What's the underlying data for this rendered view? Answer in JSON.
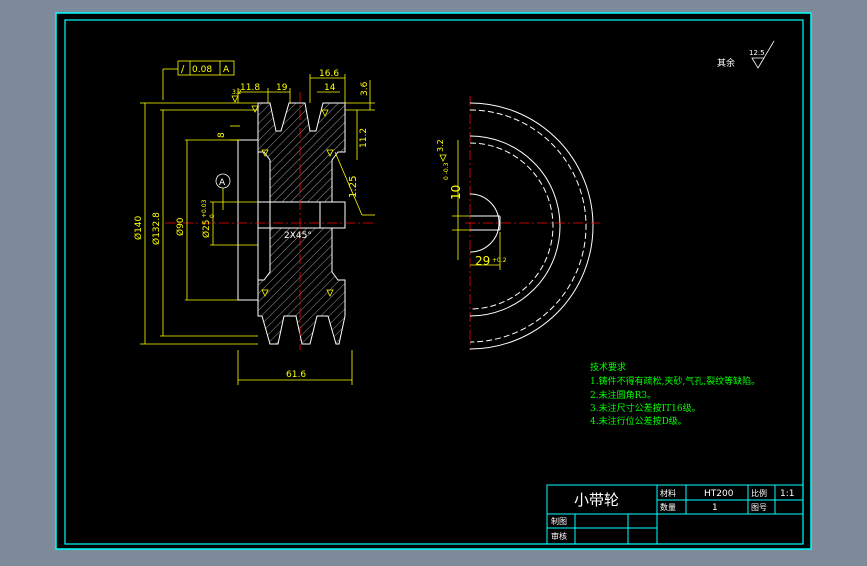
{
  "colors": {
    "background": "#7d8a99",
    "paper": "#000000",
    "border": "#00ffff",
    "dimension": "#ffff00",
    "outline": "#ffffff",
    "center": "#ff0000",
    "hatch": "#ffffff",
    "notes": "#00ff00",
    "title_text": "#ffffff"
  },
  "tolerance_frame": {
    "symbol": "/",
    "value": "0.08",
    "datum": "A"
  },
  "front_view": {
    "dims": {
      "d140": "Ø140",
      "d132": "Ø132.8",
      "d90": "Ø90",
      "bore": "Ø25",
      "bore_tol": "+0.03",
      "bore_tol_low": "0",
      "width": "61.6",
      "top_11_8": "11.8",
      "top_19": "19",
      "top_16_6": "16.6",
      "top_14": "14",
      "right_3_6": "3.6",
      "right_11_2": "11.2",
      "left_8": "8",
      "chamfer": "2X45°",
      "taper": "1:25",
      "datum": "A"
    },
    "roughness": "3.2"
  },
  "side_view": {
    "dim_10": "10",
    "dim_10_tol": "0\n-0.3",
    "dim_29": "29",
    "dim_29_tol": "+0.2",
    "roughness": "3.2"
  },
  "other_surface": {
    "label": "其余",
    "value": "12.5"
  },
  "tech_requirements": {
    "title": "技术要求",
    "items": [
      "1.铸件不得有疏松,夹砂,气孔,裂纹等缺陷。",
      "2.未注圆角R3。",
      "3.未注尺寸公差按IT16级。",
      "4.未注行位公差按D级。"
    ]
  },
  "title_block": {
    "part_name": "小带轮",
    "material_label": "材料",
    "material": "HT200",
    "scale_label": "比例",
    "scale": "1:1",
    "qty_label": "数量",
    "qty": "1",
    "drawing_no_label": "图号",
    "drawn_label": "制图",
    "checked_label": "审核"
  }
}
